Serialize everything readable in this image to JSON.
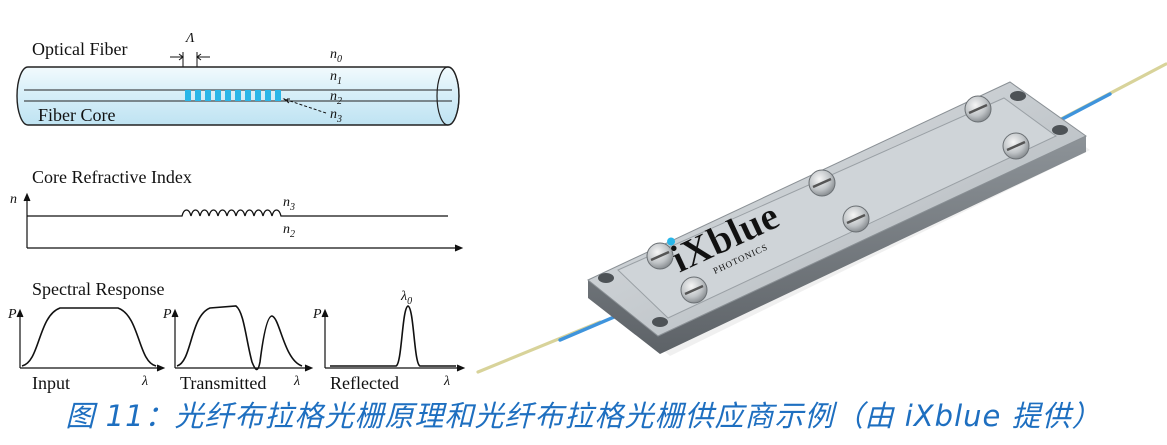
{
  "fiber": {
    "optical_fiber_label": "Optical Fiber",
    "fiber_core_label": "Fiber Core",
    "period_symbol": "Λ",
    "n0": {
      "n": "n",
      "sub": "0"
    },
    "n1": {
      "n": "n",
      "sub": "1"
    },
    "n2": {
      "n": "n",
      "sub": "2"
    },
    "n3": {
      "n": "n",
      "sub": "3"
    }
  },
  "index_plot": {
    "title": "Core Refractive Index",
    "y_symbol": "n",
    "n3": {
      "n": "n",
      "sub": "3"
    },
    "n2": {
      "n": "n",
      "sub": "2"
    }
  },
  "spectral": {
    "title": "Spectral Response",
    "p_symbol": "P",
    "lambda_symbol": "λ",
    "input_label": "Input",
    "transmitted_label": "Transmitted",
    "reflected_label": "Reflected",
    "peak_label": {
      "n": "λ",
      "sub": "0"
    }
  },
  "product": {
    "brand": "iXblue",
    "sub_brand": "PHOTONICS"
  },
  "caption": "图 11：光纤布拉格光栅原理和光纤布拉格光栅供应商示例（由 iXblue 提供）",
  "colors": {
    "caption": "#1e6fc0",
    "grating": "#29b6e8",
    "fiber_fill": "#dff2f9",
    "fiber_blue": "#3f94dc",
    "fiber_yellow": "#d8d39a"
  }
}
